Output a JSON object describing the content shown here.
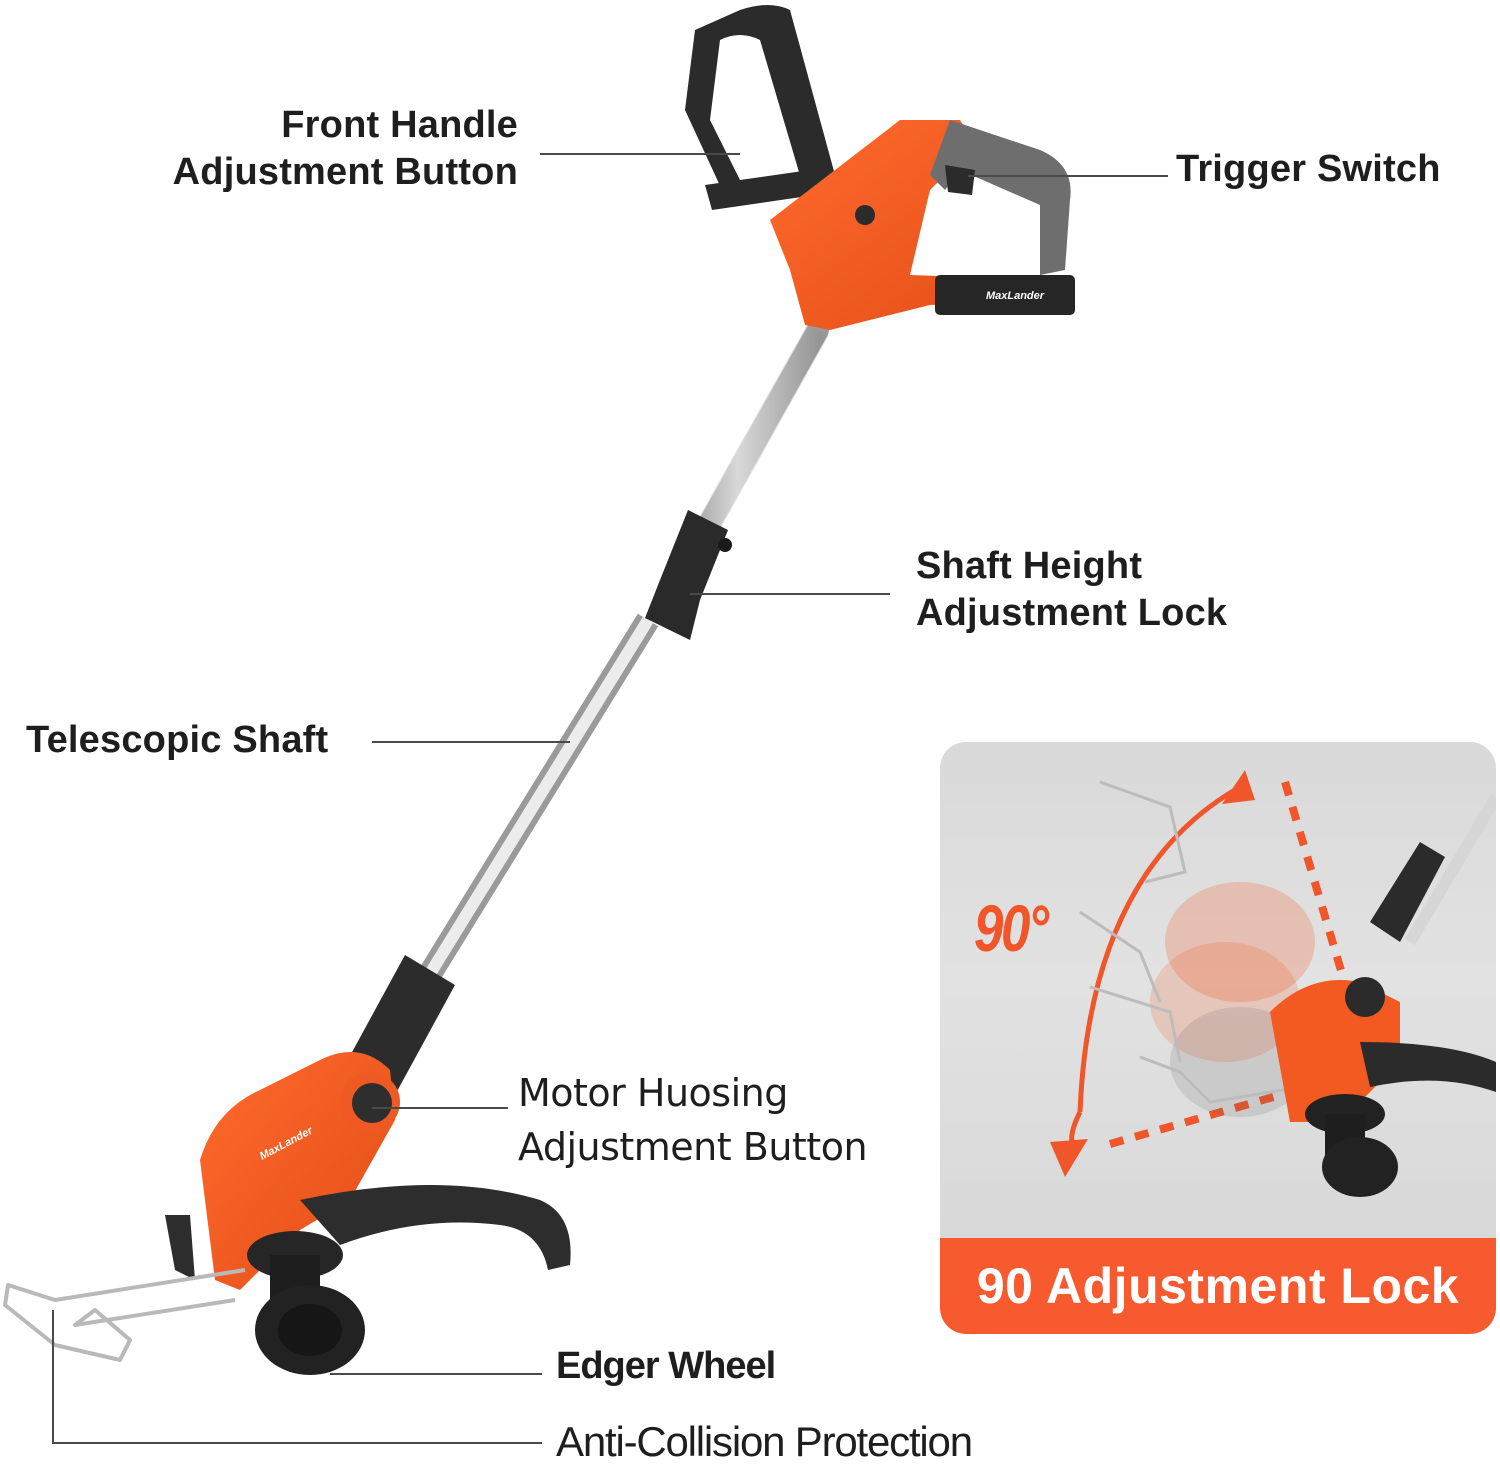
{
  "product": {
    "brand_logo": "MaxLander",
    "colors": {
      "body_orange": "#f25a22",
      "grip_black": "#2b2b2b",
      "grip_gray": "#6b6b6b",
      "shaft_silver": "#c8c8c8",
      "leader_line": "#4a4a4a",
      "label_text": "#1e1e1e",
      "accent_orange": "#f85a30",
      "inset_bg": "#dcdcdc"
    }
  },
  "callouts": [
    {
      "id": "front-handle",
      "line1": "Front Handle",
      "line2": "Adjustment Button"
    },
    {
      "id": "trigger-switch",
      "line1": "Trigger Switch"
    },
    {
      "id": "shaft-height",
      "line1": "Shaft Height",
      "line2": "Adjustment Lock"
    },
    {
      "id": "telescopic-shaft",
      "line1": "Telescopic Shaft"
    },
    {
      "id": "motor-housing",
      "line1": "Motor Huosing",
      "line2": "Adjustment Button"
    },
    {
      "id": "edger-wheel",
      "line1": "Edger Wheel"
    },
    {
      "id": "anti-collision",
      "line1": "Anti-Collision Protection"
    }
  ],
  "inset": {
    "angle_label": "90°",
    "banner_label": "90 Adjustment Lock",
    "icon": "rotation-arc-arrow-icon"
  }
}
